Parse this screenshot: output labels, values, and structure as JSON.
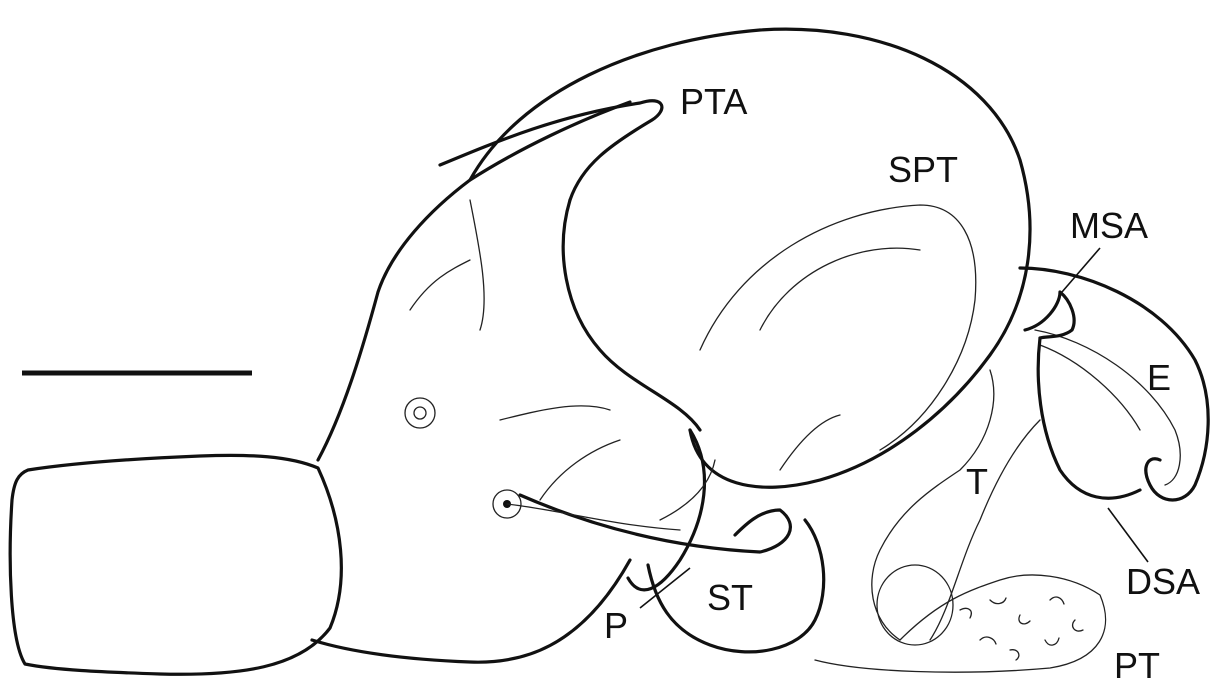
{
  "figure": {
    "labels": {
      "pta": "PTA",
      "spt": "SPT",
      "msa": "MSA",
      "e": "E",
      "t": "T",
      "dsa": "DSA",
      "p": "P",
      "st": "ST",
      "pt": "PT"
    },
    "colors": {
      "ink": "#111111",
      "background": "#ffffff"
    }
  }
}
